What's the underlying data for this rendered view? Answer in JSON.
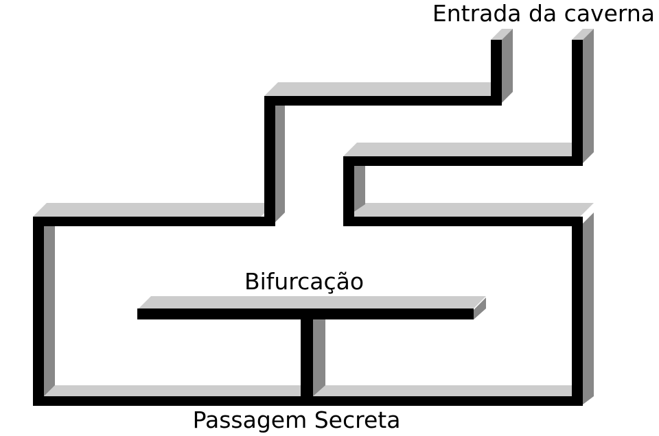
{
  "labels": {
    "entrance": "Entrada da caverna",
    "fork": "Bifurcação",
    "secret_passage": "Passagem Secreta"
  },
  "colors": {
    "wall": "#000000",
    "wall_top": "#cccccc",
    "wall_side": "#888888",
    "background": "#ffffff"
  }
}
